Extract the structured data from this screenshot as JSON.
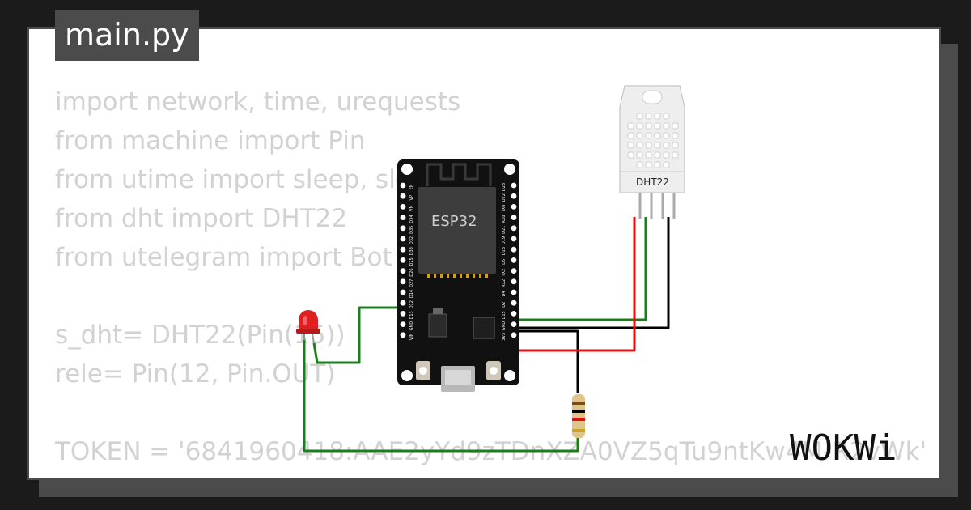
{
  "editor": {
    "filename": "main.py",
    "code_lines": [
      "import network, time, urequests",
      "from machine import Pin",
      "from utime import sleep, sleep_ms",
      "from dht import DHT22",
      "from utelegram import Bot",
      "",
      "s_dht= DHT22(Pin(15))",
      "rele= Pin(12, Pin.OUT)",
      "",
      "TOKEN = '6841960418:AAE2yYd9zTDnXZA0VZ5qTu9ntKw4M-R2vWk'"
    ]
  },
  "diagram": {
    "board_label": "ESP32",
    "sensor_label": "DHT22",
    "board_pins_left": [
      "EN",
      "VP",
      "VN",
      "D34",
      "D35",
      "D32",
      "D33",
      "D25",
      "D26",
      "D27",
      "D14",
      "D12",
      "D13",
      "GND",
      "VIN"
    ],
    "board_pins_right": [
      "D23",
      "D22",
      "TX0",
      "RX0",
      "D21",
      "D19",
      "D18",
      "D5",
      "TX2",
      "RX2",
      "D4",
      "D2",
      "D15",
      "GND",
      "3V3"
    ],
    "wire_colors": {
      "green": "#1a7f1a",
      "black": "#000000",
      "red": "#e01010"
    },
    "led_color": "#e02020"
  },
  "branding": {
    "logo": "WOKWi"
  }
}
